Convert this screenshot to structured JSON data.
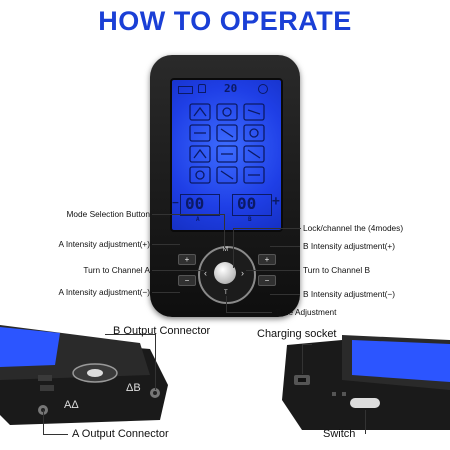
{
  "title": "HOW TO OPERATE",
  "screen": {
    "top_digits": "20",
    "left_digits": "00",
    "right_digits": "00",
    "left_channel": "A",
    "right_channel": "B"
  },
  "device_buttons": {
    "plus": "+",
    "minus": "−",
    "mode": "M",
    "time": "T"
  },
  "labels": {
    "mode_selection": "Mode Selection Button",
    "lock_channel": "Lock/channel the (4modes)",
    "a_intensity_up": "A Intensity adjustment(+)",
    "b_intensity_up": "B Intensity adjustment(+)",
    "turn_channel_a": "Turn to Channel A",
    "turn_channel_b": "Turn to Channel B",
    "a_intensity_down": "A Intensity adjustment(−)",
    "b_intensity_down": "B Intensity adjustment(−)",
    "time_adjustment": "Time Adjustment",
    "b_output": "B Output Connector",
    "a_output": "A Output Connector",
    "charging_socket": "Charging socket",
    "switch": "Switch"
  },
  "port_marks": {
    "a": "AΔ",
    "b": "ΔB"
  }
}
